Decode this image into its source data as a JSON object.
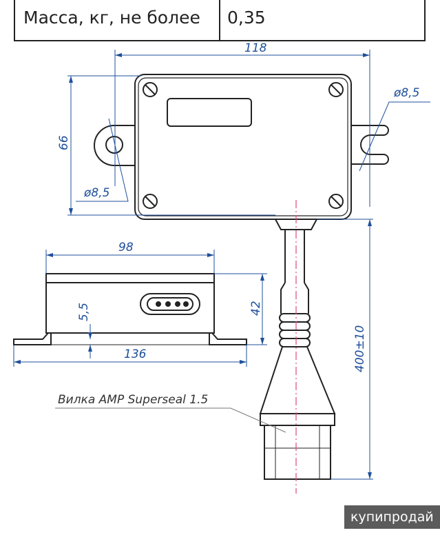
{
  "spec_row": {
    "label": "Масса, кг, не более",
    "value": "0,35"
  },
  "dimensions": {
    "width_top": "118",
    "height_top": "66",
    "hole_left": "ø8,5",
    "hole_right": "ø8,5",
    "body_length": "98",
    "body_height": "42",
    "plate_thickness": "5,5",
    "plate_length": "136",
    "cable_length": "400±10"
  },
  "connector_label": "Вилка AMP Superseal 1.5",
  "watermark": "купипродай",
  "colors": {
    "dimension": "#1f4f9a",
    "centerline": "#e0457b",
    "outline": "#222222"
  }
}
